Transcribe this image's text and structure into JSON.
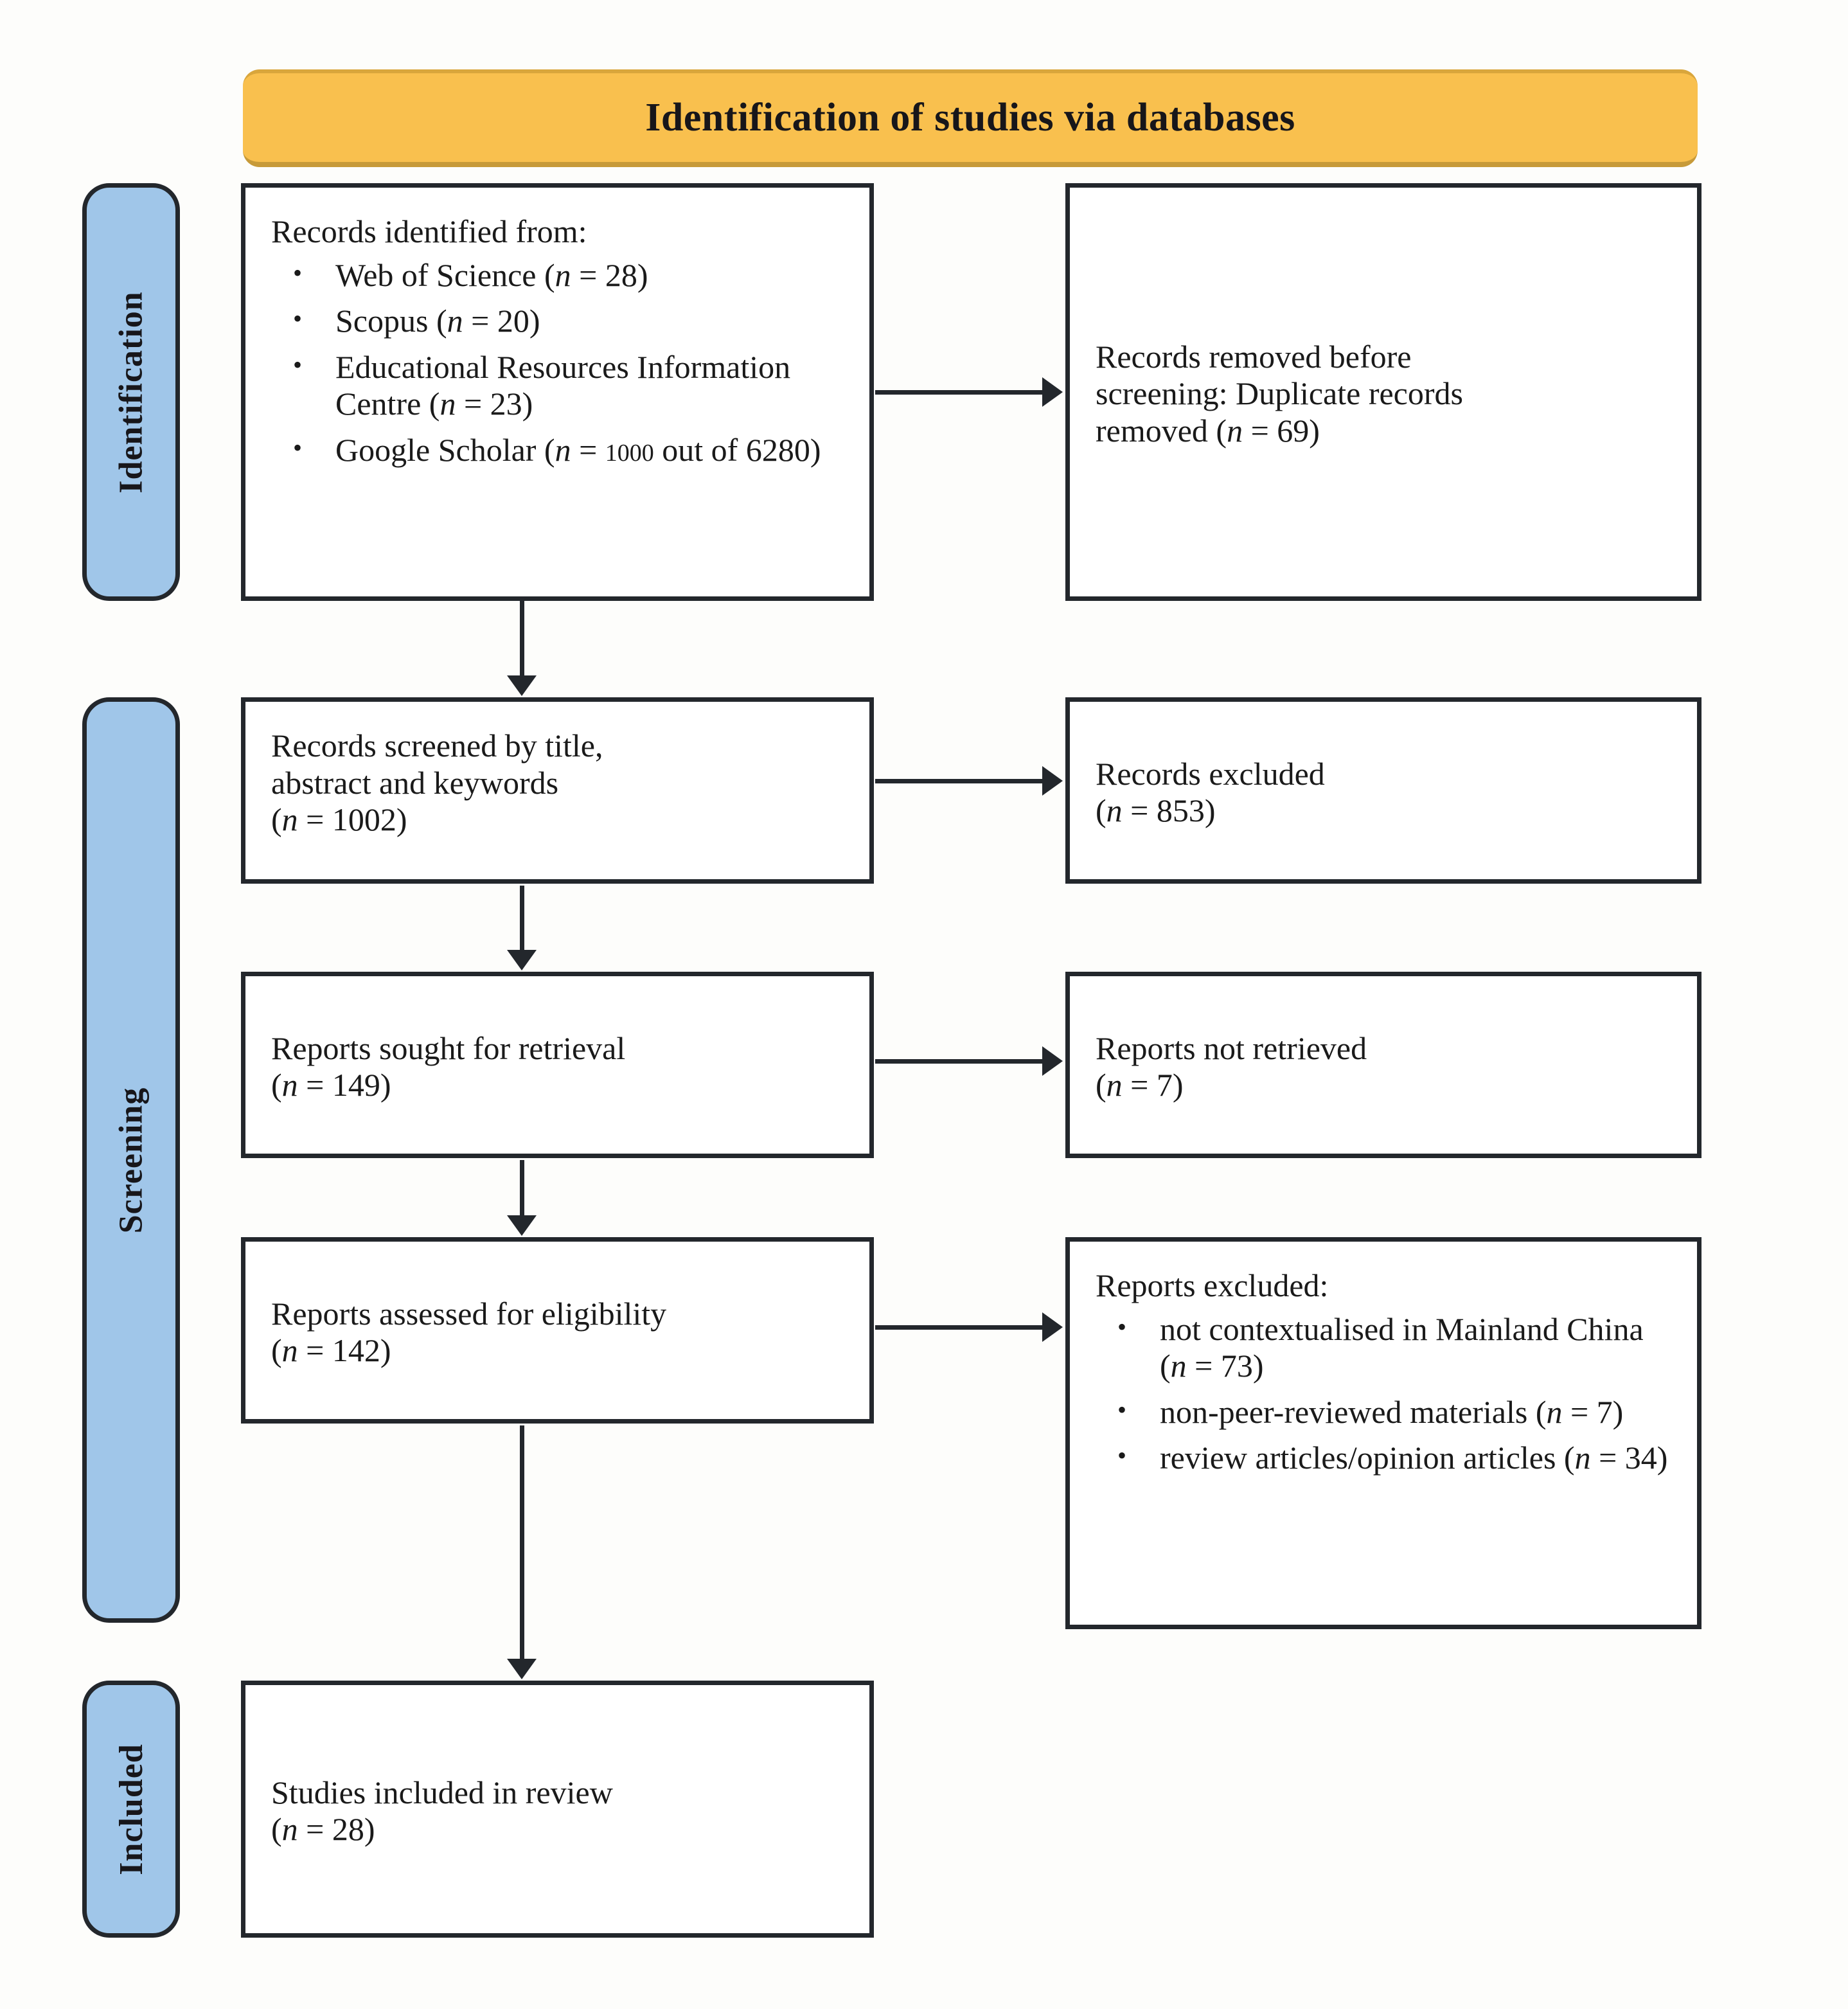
{
  "banner": {
    "title": "Identification of studies via databases",
    "fill_color": "#f9c04e"
  },
  "stages": {
    "fill_color": "#a0c6e9",
    "items": [
      {
        "id": "identification",
        "label": "Identification"
      },
      {
        "id": "screening",
        "label": "Screening"
      },
      {
        "id": "included",
        "label": "Included"
      }
    ]
  },
  "flow": {
    "identified": {
      "heading": "Records identified from:",
      "bullets": [
        {
          "text": "Web of Science (",
          "n_label": "n",
          "eq": " = ",
          "n_value": "28",
          "tail": ")"
        },
        {
          "text": "Scopus (",
          "n_label": "n",
          "eq": " = ",
          "n_value": "20",
          "tail": ")"
        },
        {
          "text": "Educational Resources Information Centre (",
          "n_label": "n",
          "eq": " = ",
          "n_value": "23",
          "tail": ")"
        },
        {
          "text": "Google Scholar (",
          "n_label": "n",
          "eq": " = ",
          "n_value": "1000",
          "tail": " out of 6280)"
        }
      ]
    },
    "removed": {
      "line1": "Records removed before",
      "line2": "screening: Duplicate records",
      "line3_pre": "removed  (",
      "n_label": "n",
      "eq": " = ",
      "n_value": "69",
      "tail": ")"
    },
    "screened": {
      "line1": "Records screened by title,",
      "line2": "abstract and keywords",
      "line3_pre": "(",
      "n_label": "n",
      "eq": " = ",
      "n_value": "1002",
      "tail": ")"
    },
    "excluded_records": {
      "line1": "Records excluded",
      "line2_pre": "(",
      "n_label": "n",
      "eq": " = ",
      "n_value": "853",
      "tail": ")"
    },
    "sought": {
      "line1": "Reports sought for retrieval",
      "line2_pre": "(",
      "n_label": "n",
      "eq": " = ",
      "n_value": "149",
      "tail": ")"
    },
    "not_retrieved": {
      "line1": "Reports not retrieved",
      "line2_pre": "(",
      "n_label": "n",
      "eq": " = ",
      "n_value": "7",
      "tail": ")"
    },
    "assessed": {
      "line1": "Reports assessed for eligibility",
      "line2_pre": "(",
      "n_label": "n",
      "eq": " = ",
      "n_value": "142",
      "tail": ")"
    },
    "reports_excluded": {
      "heading": "Reports excluded:",
      "bullets": [
        {
          "text": "not contextualised in Mainland China (",
          "n_label": "n",
          "eq": " = ",
          "n_value": "73",
          "tail": ")"
        },
        {
          "text": "non-peer-reviewed materials (",
          "n_label": "n",
          "eq": " = ",
          "n_value": "7",
          "tail": ")"
        },
        {
          "text": "review articles/opinion articles (",
          "n_label": "n",
          "eq": " = ",
          "n_value": "34",
          "tail": ")"
        }
      ]
    },
    "included": {
      "line1": "Studies included in review",
      "line2_pre": "(",
      "n_label": "n",
      "eq": " = ",
      "n_value": "28",
      "tail": ")"
    }
  }
}
